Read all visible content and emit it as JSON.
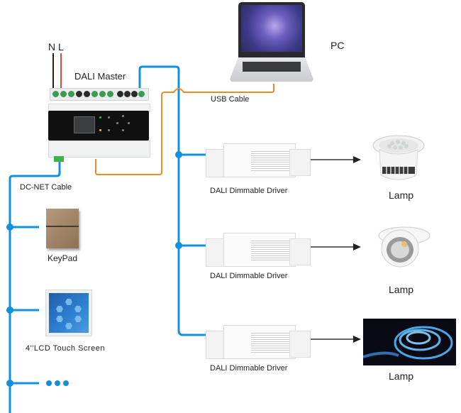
{
  "diagram": {
    "title": "DALI lighting control system wiring",
    "colors": {
      "bus_line": "#1190dc",
      "usb_line": "#f08a24",
      "neutral_wire": "#2a1a14",
      "live_wire": "#e04a3a",
      "arrow": "#333333"
    },
    "power": {
      "neutral_label": "N",
      "live_label": "L"
    },
    "master": {
      "label": "DALI Master"
    },
    "pc": {
      "label": "PC"
    },
    "usb": {
      "label": "USB Cable"
    },
    "dcnet": {
      "label": "DC-NET Cable"
    },
    "controls": [
      {
        "label": "KeyPad",
        "icon": "keypad-icon"
      },
      {
        "label": "4''LCD Touch Screen",
        "icon": "touch-screen-icon"
      },
      {
        "label": "...",
        "icon": "more-devices-icon"
      }
    ],
    "drivers": [
      {
        "label": "DALI Dimmable  Driver",
        "lamp_label": "Lamp",
        "lamp_icon": "downlight-icon"
      },
      {
        "label": "DALI Dimmable Driver",
        "lamp_label": "Lamp",
        "lamp_icon": "spotlight-icon"
      },
      {
        "label": "DALI Dimmable Driver",
        "lamp_label": "Lamp",
        "lamp_icon": "led-strip-icon"
      }
    ]
  }
}
